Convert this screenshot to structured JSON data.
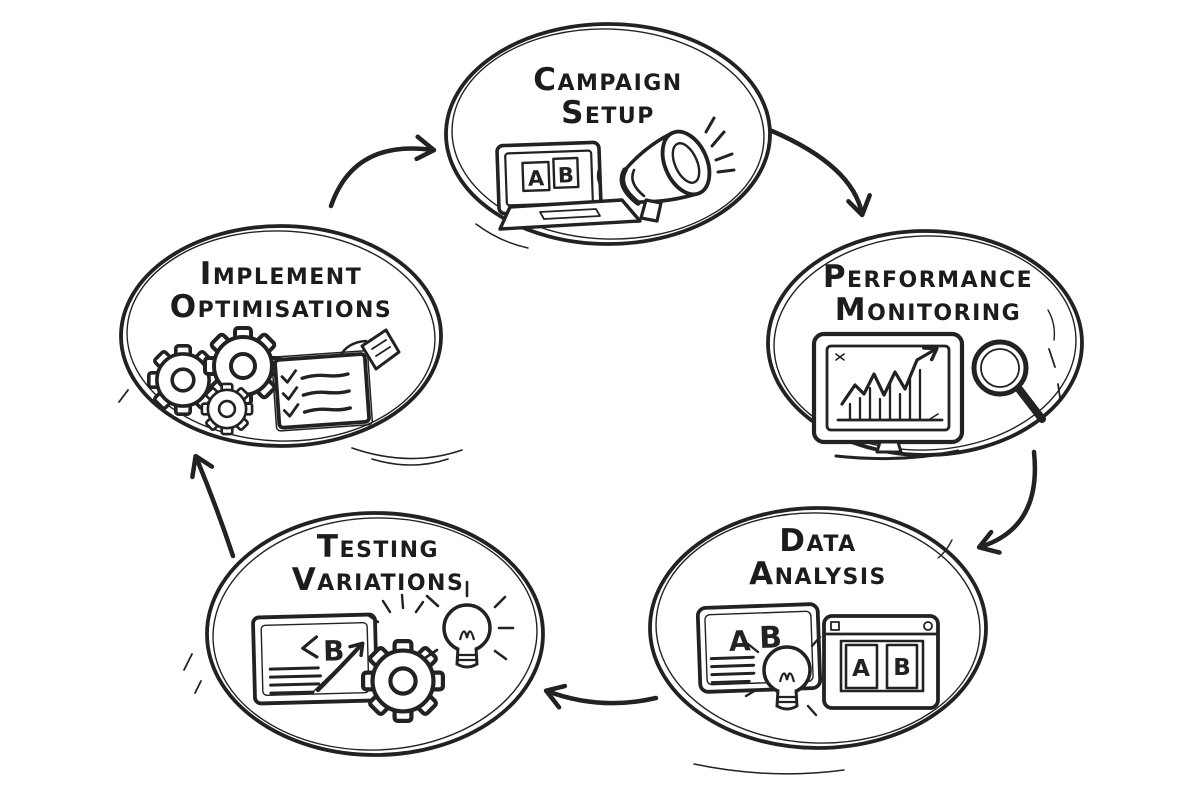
{
  "diagram": {
    "type": "cycle",
    "style": "hand-drawn-sketch",
    "colors": {
      "ink": "#222222",
      "background": "#ffffff",
      "text": "#1c1c1c"
    },
    "nodes": [
      {
        "id": "campaign-setup",
        "line1": "Campaign",
        "line2": "Setup",
        "icons": [
          "laptop-ab-test",
          "megaphone"
        ]
      },
      {
        "id": "performance-monitoring",
        "line1": "Performance",
        "line2": "Monitoring",
        "icons": [
          "monitor-line-chart",
          "magnifying-glass"
        ]
      },
      {
        "id": "data-analysis",
        "line1": "Data",
        "line2": "Analysis",
        "icons": [
          "document-ab",
          "lightbulb",
          "browser-ab"
        ]
      },
      {
        "id": "testing-variations",
        "line1": "Testing",
        "line2": "Variations",
        "icons": [
          "document-growth-arrow",
          "gear",
          "lightbulb-rays"
        ]
      },
      {
        "id": "implement-optimisations",
        "line1": "Implement",
        "line2": "Optimisations",
        "icons": [
          "gears",
          "checklist",
          "tag"
        ]
      }
    ],
    "connections": [
      {
        "from": "campaign-setup",
        "to": "performance-monitoring"
      },
      {
        "from": "performance-monitoring",
        "to": "data-analysis"
      },
      {
        "from": "data-analysis",
        "to": "testing-variations"
      },
      {
        "from": "testing-variations",
        "to": "implement-optimisations"
      },
      {
        "from": "implement-optimisations",
        "to": "campaign-setup"
      }
    ],
    "icon_text": {
      "variant_a": "A",
      "variant_b": "B"
    }
  }
}
